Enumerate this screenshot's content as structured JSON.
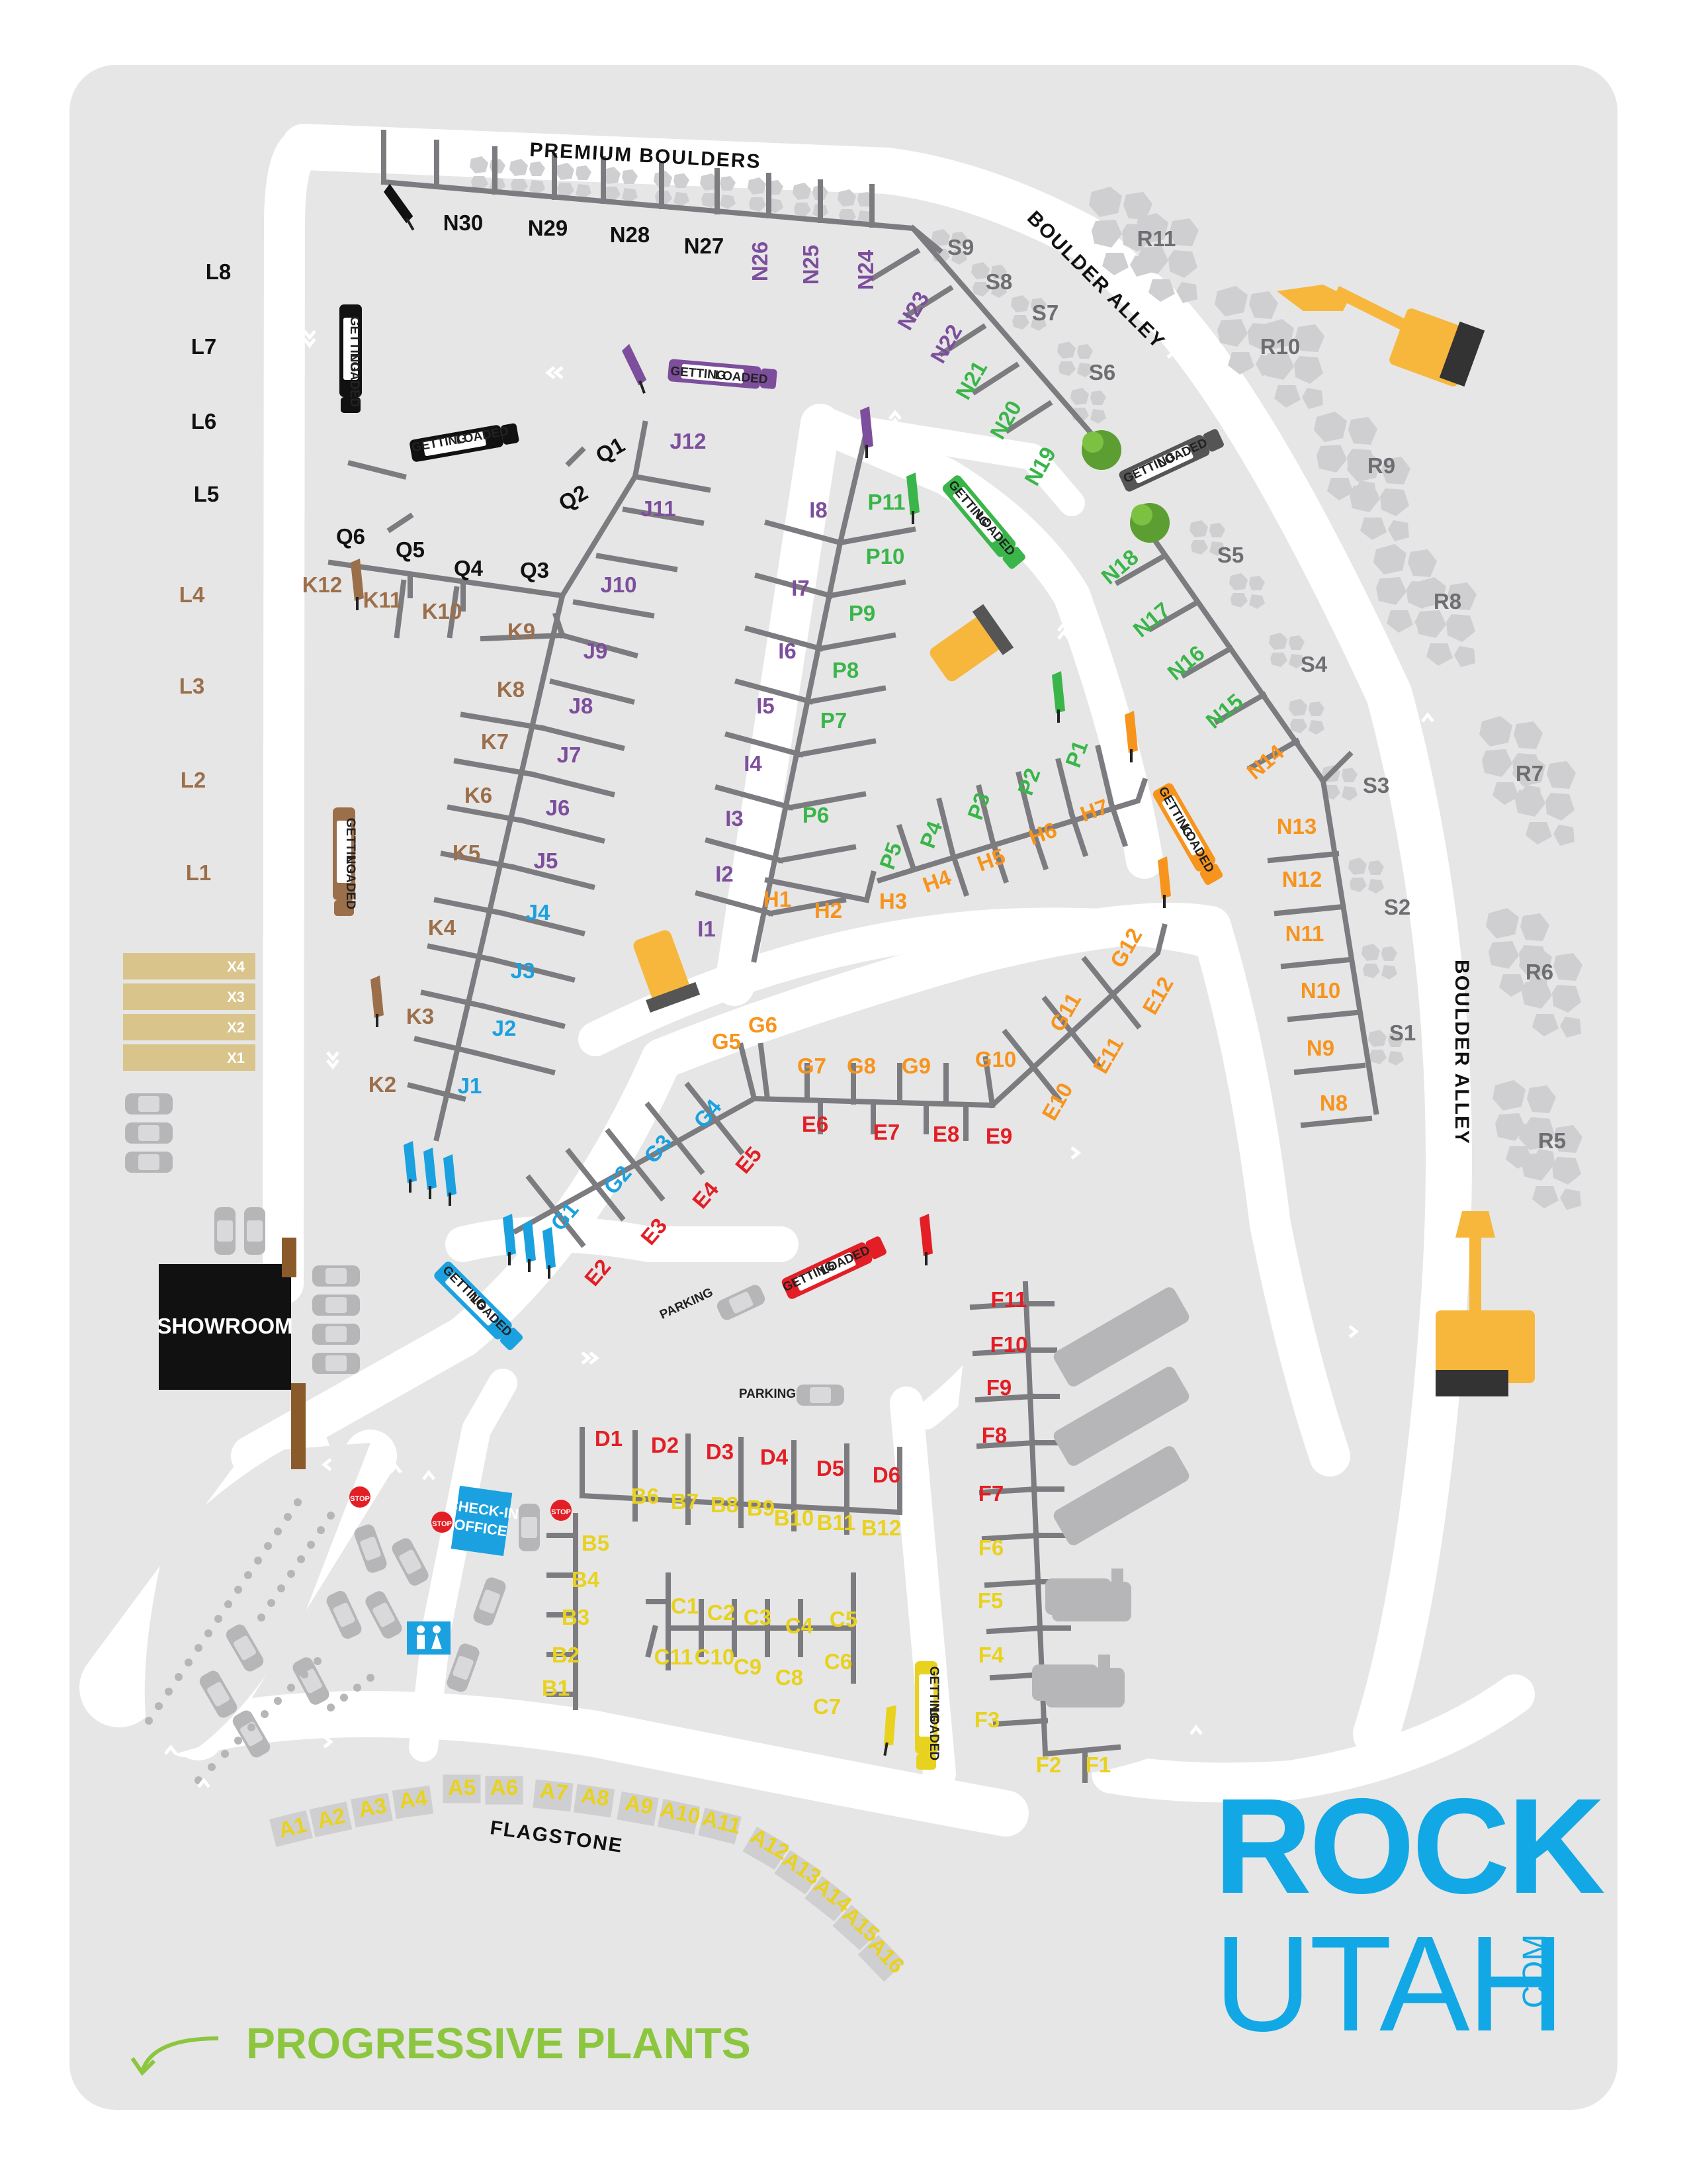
{
  "colors": {
    "ground": "#e6e6e6",
    "road": "#ffffff",
    "line": "#7c7c80",
    "stone": "#cfcfd1",
    "black": "#111111",
    "purple": "#7d4e9c",
    "green": "#3ab54a",
    "orange": "#f7941d",
    "blue": "#1ba1df",
    "red": "#e31e25",
    "brown": "#9c6f4b",
    "yellow": "#e8d21f",
    "gray_label": "#6d6e71",
    "sand": "#d9c48b",
    "brand": "#12a8e6",
    "lime": "#8cc63f",
    "machine": "#f6b73c"
  },
  "roads": {
    "premium": "PREMIUM BOULDERS",
    "boulder_top": "BOULDER ALLEY",
    "boulder_right": "BOULDER ALLEY",
    "flagstone": "FLAGSTONE"
  },
  "buildings": {
    "showroom": "SHOWROOM",
    "checkin_1": "CHECK-IN",
    "checkin_2": "OFFICE",
    "stop": "STOP"
  },
  "truck_text": {
    "a": "GETTING",
    "b": "LOADED"
  },
  "parking": "PARKING",
  "x_lots": [
    "X4",
    "X3",
    "X2",
    "X1"
  ],
  "brand": {
    "rock": "ROCK",
    "utah": "UTAH",
    "com": ".COM"
  },
  "progressive_plants": "PROGRESSIVE PLANTS",
  "icons": [
    "restroom-icon",
    "excavator-icon",
    "loader-icon",
    "tree-icon",
    "flag-icon",
    "arrow-icon"
  ],
  "labels": {
    "L": [
      "L8",
      "L7",
      "L6",
      "L5",
      "L4",
      "L3",
      "L2",
      "L1"
    ],
    "N": [
      "N30",
      "N29",
      "N28",
      "N27",
      "N26",
      "N25",
      "N24",
      "N23",
      "N22",
      "N21",
      "N20",
      "N19",
      "N18",
      "N17",
      "N16",
      "N15",
      "N14",
      "N13",
      "N12",
      "N11",
      "N10",
      "N9",
      "N8"
    ],
    "S": [
      "S9",
      "S8",
      "S7",
      "S6",
      "S5",
      "S4",
      "S3",
      "S2",
      "S1"
    ],
    "R": [
      "R11",
      "R10",
      "R9",
      "R8",
      "R7",
      "R6",
      "R5"
    ],
    "Q": [
      "Q1",
      "Q2",
      "Q3",
      "Q4",
      "Q5",
      "Q6"
    ],
    "J": [
      "J12",
      "J11",
      "J10",
      "J9",
      "J8",
      "J7",
      "J6",
      "J5",
      "J4",
      "J3",
      "J2",
      "J1"
    ],
    "K": [
      "K12",
      "K11",
      "K10",
      "K9",
      "K8",
      "K7",
      "K6",
      "K5",
      "K4",
      "K3",
      "K2"
    ],
    "I": [
      "I8",
      "I7",
      "I6",
      "I5",
      "I4",
      "I3",
      "I2",
      "I1"
    ],
    "P": [
      "P11",
      "P10",
      "P9",
      "P8",
      "P7",
      "P6",
      "P5",
      "P4",
      "P3",
      "P2",
      "P1"
    ],
    "H": [
      "H1",
      "H2",
      "H3",
      "H4",
      "H5",
      "H6",
      "H7"
    ],
    "G": [
      "G1",
      "G2",
      "G3",
      "G4",
      "G5",
      "G6",
      "G7",
      "G8",
      "G9",
      "G10",
      "G11",
      "G12"
    ],
    "E": [
      "E2",
      "E3",
      "E4",
      "E5",
      "E6",
      "E7",
      "E8",
      "E9",
      "E10",
      "E11",
      "E12"
    ],
    "D": [
      "D1",
      "D2",
      "D3",
      "D4",
      "D5",
      "D6"
    ],
    "B": [
      "B6",
      "B7",
      "B8",
      "B9",
      "B10",
      "B11",
      "B12",
      "B5",
      "B4",
      "B3",
      "B2",
      "B1"
    ],
    "C": [
      "C1",
      "C2",
      "C3",
      "C4",
      "C5",
      "C11",
      "C10",
      "C9",
      "C8",
      "C6",
      "C7"
    ],
    "F": [
      "F11",
      "F10",
      "F9",
      "F8",
      "F7",
      "F6",
      "F5",
      "F4",
      "F3",
      "F2",
      "F1"
    ],
    "A": [
      "A1",
      "A2",
      "A3",
      "A4",
      "A5",
      "A6",
      "A7",
      "A8",
      "A9",
      "A10",
      "A11",
      "A12",
      "A13",
      "A14",
      "A15",
      "A16"
    ]
  }
}
